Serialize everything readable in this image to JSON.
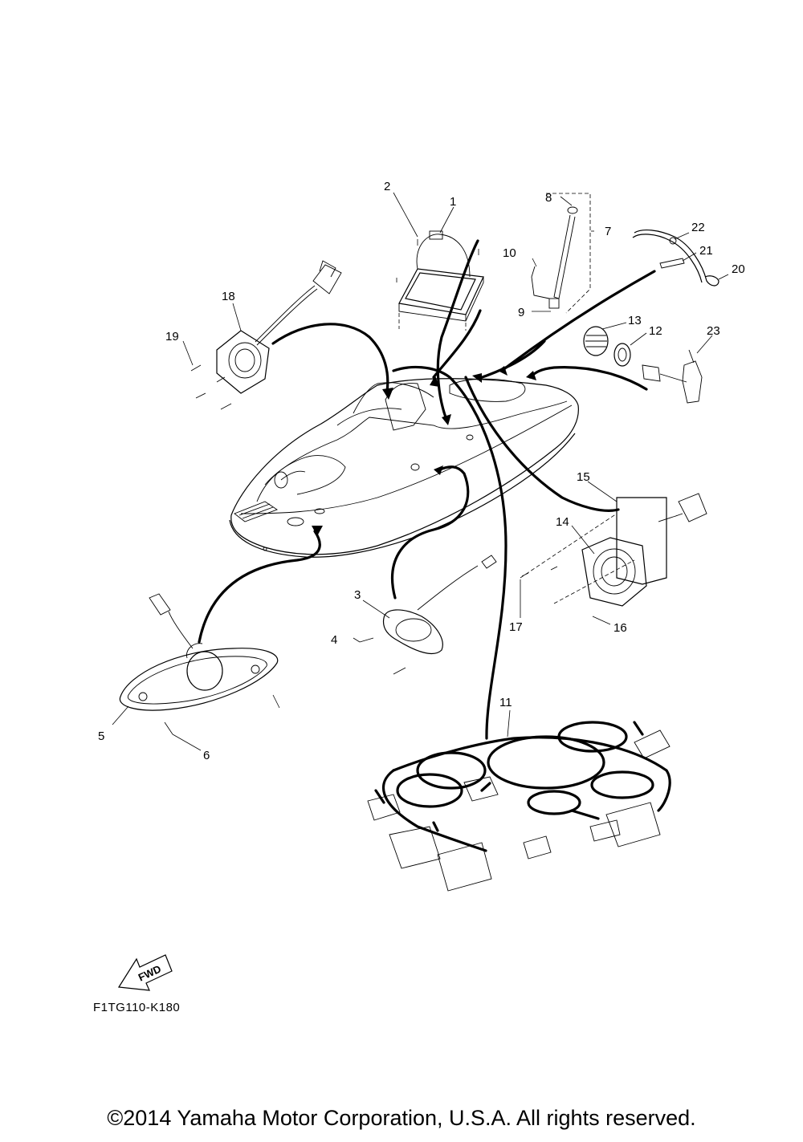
{
  "diagram": {
    "callouts": [
      {
        "id": "c1",
        "label": "1"
      },
      {
        "id": "c2",
        "label": "2"
      },
      {
        "id": "c3",
        "label": "3"
      },
      {
        "id": "c4",
        "label": "4"
      },
      {
        "id": "c5",
        "label": "5"
      },
      {
        "id": "c6",
        "label": "6"
      },
      {
        "id": "c7",
        "label": "7"
      },
      {
        "id": "c8",
        "label": "8"
      },
      {
        "id": "c9",
        "label": "9"
      },
      {
        "id": "c10",
        "label": "10"
      },
      {
        "id": "c11",
        "label": "11"
      },
      {
        "id": "c12",
        "label": "12"
      },
      {
        "id": "c13",
        "label": "13"
      },
      {
        "id": "c14",
        "label": "14"
      },
      {
        "id": "c15",
        "label": "15"
      },
      {
        "id": "c16",
        "label": "16"
      },
      {
        "id": "c17",
        "label": "17"
      },
      {
        "id": "c18",
        "label": "18"
      },
      {
        "id": "c19",
        "label": "19"
      },
      {
        "id": "c20",
        "label": "20"
      },
      {
        "id": "c21",
        "label": "21"
      },
      {
        "id": "c22",
        "label": "22"
      },
      {
        "id": "c23",
        "label": "23"
      }
    ],
    "fwd_label": "FWD",
    "diagram_code": "F1TG110-K180"
  },
  "footer": {
    "copyright": "©2014 Yamaha Motor Corporation, U.S.A. All rights reserved."
  }
}
